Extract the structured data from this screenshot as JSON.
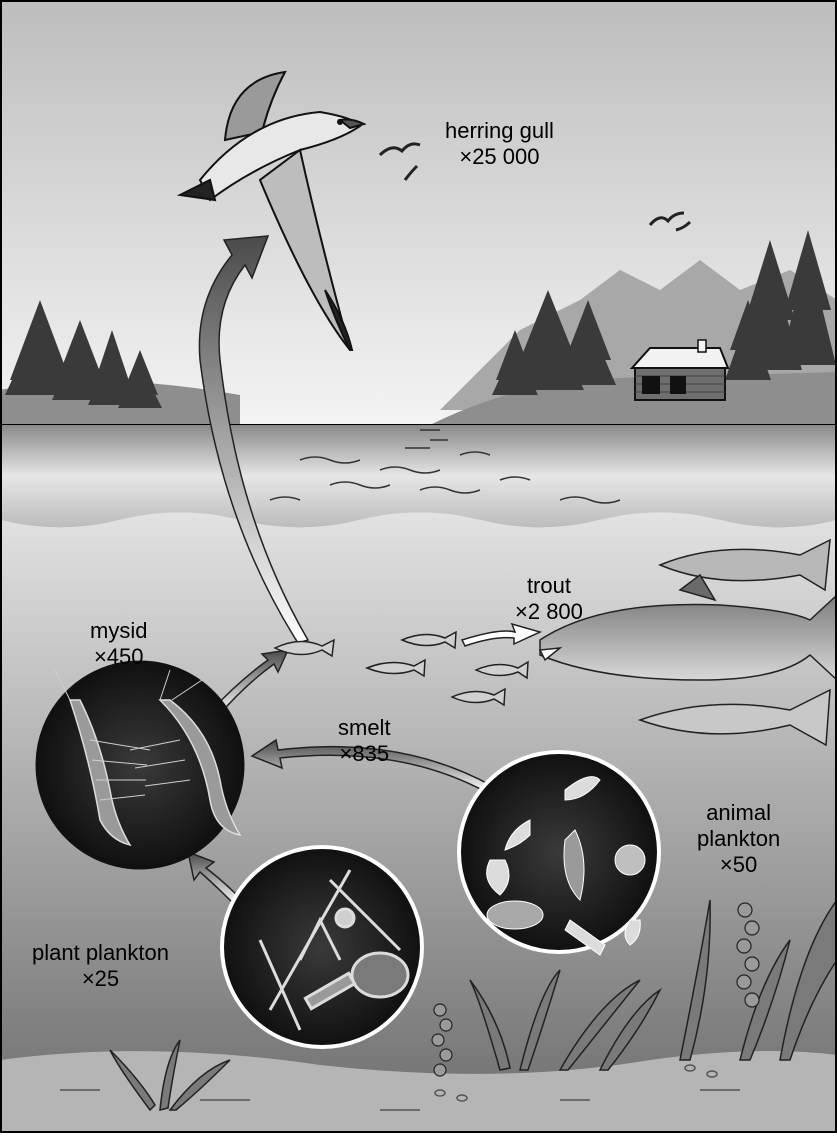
{
  "labels": {
    "herring_gull": {
      "name": "herring gull",
      "factor": "×25 000"
    },
    "trout": {
      "name": "trout",
      "factor": "×2 800"
    },
    "mysid": {
      "name": "mysid",
      "factor": "×450"
    },
    "smelt": {
      "name": "smelt",
      "factor": "×835"
    },
    "animal_plankton": {
      "name_line1": "animal",
      "name_line2": "plankton",
      "factor": "×50"
    },
    "plant_plankton": {
      "name": "plant plankton",
      "factor": "×25"
    }
  },
  "colors": {
    "sky_top": "#bdbdbd",
    "sky_bottom": "#f2f2f2",
    "water_top": "#d9d9d9",
    "water_bottom": "#6e6e6e",
    "tree": "#3a3a3a",
    "arrow": "#4a4a4a",
    "circle_bg": "#1e1e1e",
    "sediment": "#b5b5b5"
  }
}
